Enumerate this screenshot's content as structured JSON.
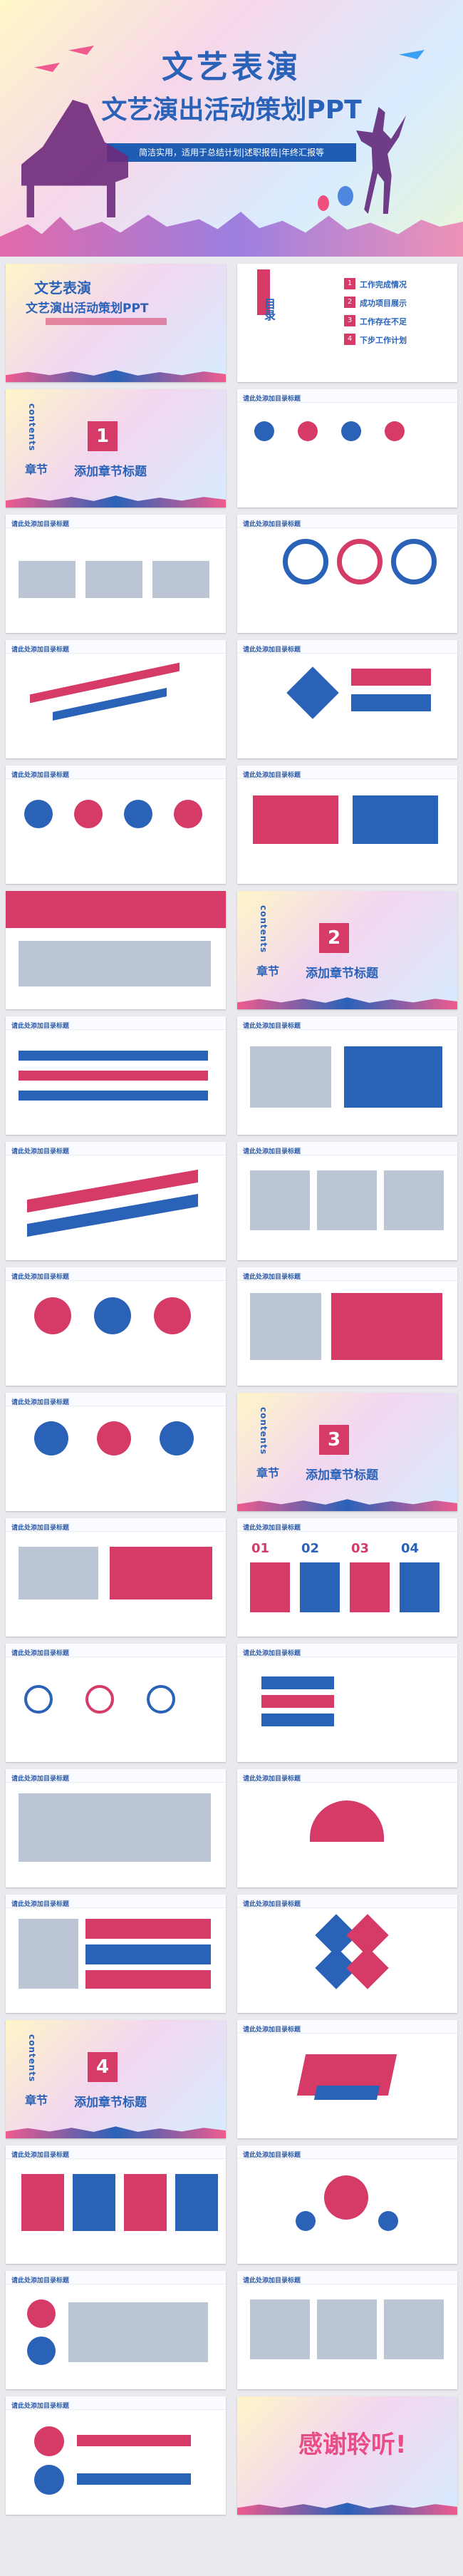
{
  "hero": {
    "title_main": "文艺表演",
    "title_sub": "文艺演出活动策划PPT",
    "tagline": "简洁实用，适用于总结计划|述职报告|年终汇报等"
  },
  "cover_small": {
    "title_main": "文艺表演",
    "title_sub": "文艺演出活动策划PPT"
  },
  "toc": {
    "heading": "目录",
    "items": [
      "工作完成情况",
      "成功项目展示",
      "工作存在不足",
      "下步工作计划"
    ]
  },
  "chapters": [
    {
      "num": "1",
      "label": "章节",
      "title": "添加章节标题"
    },
    {
      "num": "2",
      "label": "章节",
      "title": "添加章节标题"
    },
    {
      "num": "3",
      "label": "章节",
      "title": "添加章节标题"
    },
    {
      "num": "4",
      "label": "章节",
      "title": "添加章节标题"
    }
  ],
  "common": {
    "slide_title": "请此处添加目录标题",
    "contents": "contents",
    "thanks": "感谢聆听!"
  },
  "numbers": {
    "n01": "01",
    "n02": "02",
    "n03": "03",
    "n04": "04"
  }
}
